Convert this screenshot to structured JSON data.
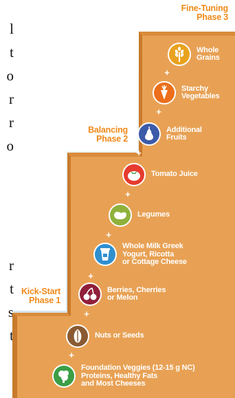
{
  "left_text_fragments": [
    "l",
    "t",
    "o",
    "r",
    "r",
    "o",
    "r",
    "t",
    "s",
    "t"
  ],
  "phases": [
    {
      "title": "Fine-Tuning",
      "subtitle": "Phase 3"
    },
    {
      "title": "Balancing",
      "subtitle": "Phase 2"
    },
    {
      "title": "Kick-Start",
      "subtitle": "Phase 1"
    }
  ],
  "steps": [
    {
      "label_lines": [
        "Whole",
        "Grains"
      ],
      "icon": "wheat-icon",
      "color": "#e9a21e"
    },
    {
      "label_lines": [
        "Starchy",
        "Vegetables"
      ],
      "icon": "carrot-icon",
      "color": "#ec6f1c"
    },
    {
      "label_lines": [
        "Additional",
        "Fruits"
      ],
      "icon": "pear-icon",
      "color": "#3b5aa8"
    },
    {
      "label_lines": [
        "Tomato Juice"
      ],
      "icon": "tomato-icon",
      "color": "#e63b2e"
    },
    {
      "label_lines": [
        "Legumes"
      ],
      "icon": "bean-icon",
      "color": "#8fb13c"
    },
    {
      "label_lines": [
        "Whole Milk Greek",
        "Yogurt, Ricotta",
        "or Cottage Cheese"
      ],
      "icon": "yogurt-icon",
      "color": "#2f8fcf"
    },
    {
      "label_lines": [
        "Berries, Cherries",
        "or Melon"
      ],
      "icon": "cherries-icon",
      "color": "#8f1f3a"
    },
    {
      "label_lines": [
        "Nuts or Seeds"
      ],
      "icon": "nut-icon",
      "color": "#8a5a32"
    },
    {
      "label_lines": [
        "Foundation Veggies (12-15 g NC)",
        "Proteins, Healthy Fats",
        "and Most Cheeses"
      ],
      "icon": "vegetables-icon",
      "color": "#3c9e46"
    }
  ],
  "connector_symbol": "+",
  "colors": {
    "stair_fill": "#e8a154",
    "stair_shadow": "#c97a2c",
    "phase_label": "#f08a1a",
    "sky_top": "#ffffff",
    "sky_bottom": "#c9dde8"
  }
}
